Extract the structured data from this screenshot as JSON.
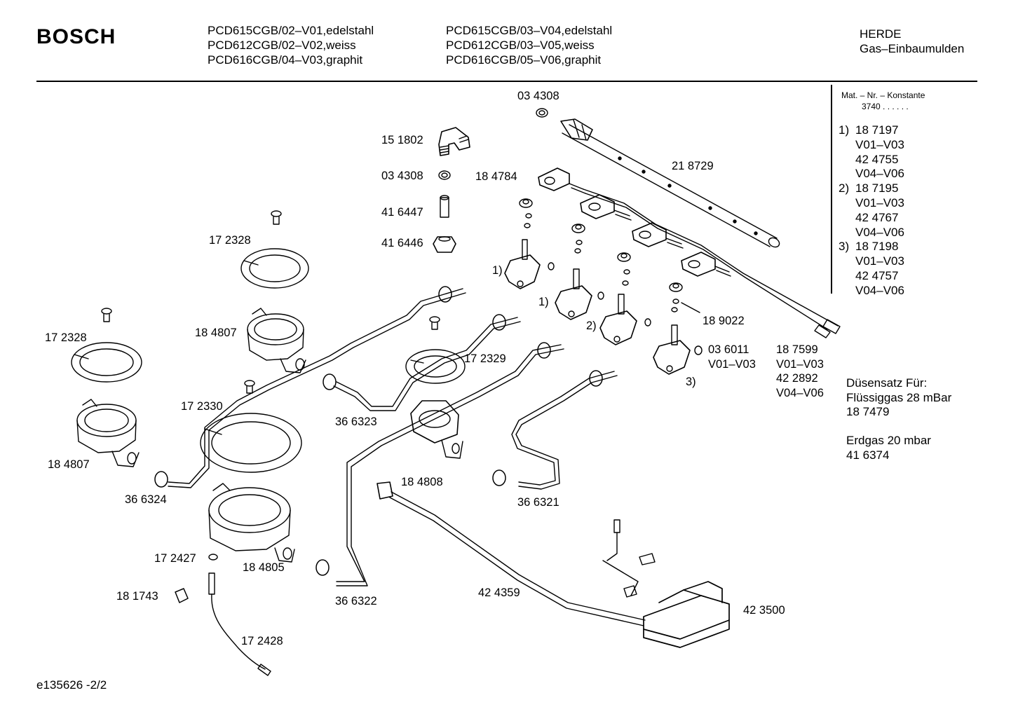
{
  "header": {
    "brand": "BOSCH",
    "models_col1": [
      "PCD615CGB/02–V01,edelstahl",
      "PCD612CGB/02–V02,weiss",
      "PCD616CGB/04–V03,graphit"
    ],
    "models_col2": [
      "PCD615CGB/03–V04,edelstahl",
      "PCD612CGB/03–V05,weiss",
      "PCD616CGB/05–V06,graphit"
    ],
    "category_line1": "HERDE",
    "category_line2": "Gas–Einbaumulden"
  },
  "legend": {
    "header_line1": "Mat. – Nr. – Konstante",
    "header_line2": "3740  .  .   .  .  .  .",
    "entries": [
      {
        "num": "1)",
        "text": "18 7197"
      },
      {
        "num": "",
        "text": "V01–V03"
      },
      {
        "num": "",
        "text": "42 4755"
      },
      {
        "num": "",
        "text": "V04–V06"
      },
      {
        "num": "2)",
        "text": "18 7195"
      },
      {
        "num": "",
        "text": "V01–V03"
      },
      {
        "num": "",
        "text": "42 4767"
      },
      {
        "num": "",
        "text": "V04–V06"
      },
      {
        "num": "3)",
        "text": "18 7198"
      },
      {
        "num": "",
        "text": "V01–V03"
      },
      {
        "num": "",
        "text": "42 4757"
      },
      {
        "num": "",
        "text": "V04–V06"
      }
    ]
  },
  "nozzle_note": [
    "Düsensatz Für:",
    "Flüssiggas 28 mBar",
    "18 7479",
    "",
    "Erdgas 20 mbar",
    "41 6374"
  ],
  "parts": {
    "p_034308_top": "03 4308",
    "p_151802": "15 1802",
    "p_034308": "03 4308",
    "p_416447": "41 6447",
    "p_416446": "41 6446",
    "p_184784": "18 4784",
    "p_218729": "21 8729",
    "p_172328_a": "17 2328",
    "p_172328_b": "17 2328",
    "p_184807_a": "18 4807",
    "p_184807_b": "18 4807",
    "p_172329": "17 2329",
    "p_172330": "17 2330",
    "p_366323": "36 6323",
    "p_184808": "18 4808",
    "p_366324": "36 6324",
    "p_366321": "36 6321",
    "p_189022": "18 9022",
    "p_036011": "03 6011",
    "p_036011_var": "V01–V03",
    "p_187599": "18 7599",
    "p_187599_var": "V01–V03",
    "p_422892": "42 2892",
    "p_422892_var": "V04–V06",
    "p_172427": "17 2427",
    "p_184805": "18 4805",
    "p_181743": "18 1743",
    "p_366322": "36 6322",
    "p_424359": "42 4359",
    "p_423500": "42 3500",
    "p_172428": "17 2428",
    "mark_1a": "1)",
    "mark_1b": "1)",
    "mark_2": "2)",
    "mark_3": "3)"
  },
  "footer": "e135626  -2/2"
}
